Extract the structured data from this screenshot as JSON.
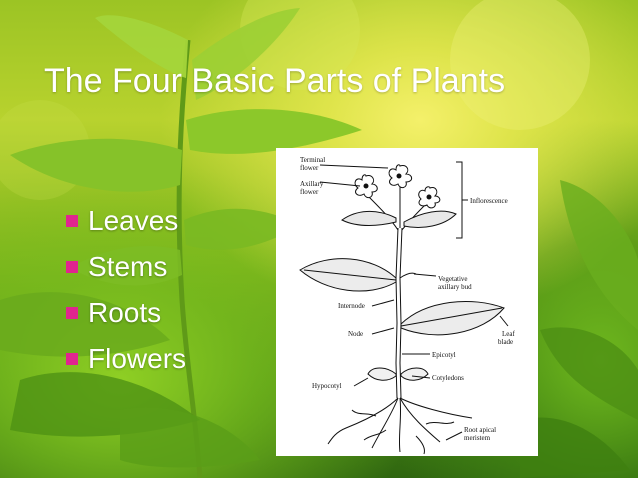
{
  "slide": {
    "title": "The Four Basic Parts of Plants",
    "bullets": [
      "Leaves",
      "Stems",
      "Roots",
      "Flowers"
    ],
    "bullet_color": "#e0258f"
  },
  "diagram": {
    "labels": {
      "terminal_flower": [
        "Terminal",
        "flower"
      ],
      "axillary_flower": [
        "Axillary",
        "flower"
      ],
      "inflorescence": "Inflorescence",
      "vegetative_axillary_bud": [
        "Vegetative",
        "axillary bud"
      ],
      "internode": "Internode",
      "node": "Node",
      "leaf_blade": [
        "Leaf",
        "blade"
      ],
      "epicotyl": "Epicotyl",
      "cotyledons": "Cotyledons",
      "hypocotyl": "Hypocotyl",
      "root_apical_meristem": [
        "Root apical",
        "meristem"
      ]
    }
  }
}
